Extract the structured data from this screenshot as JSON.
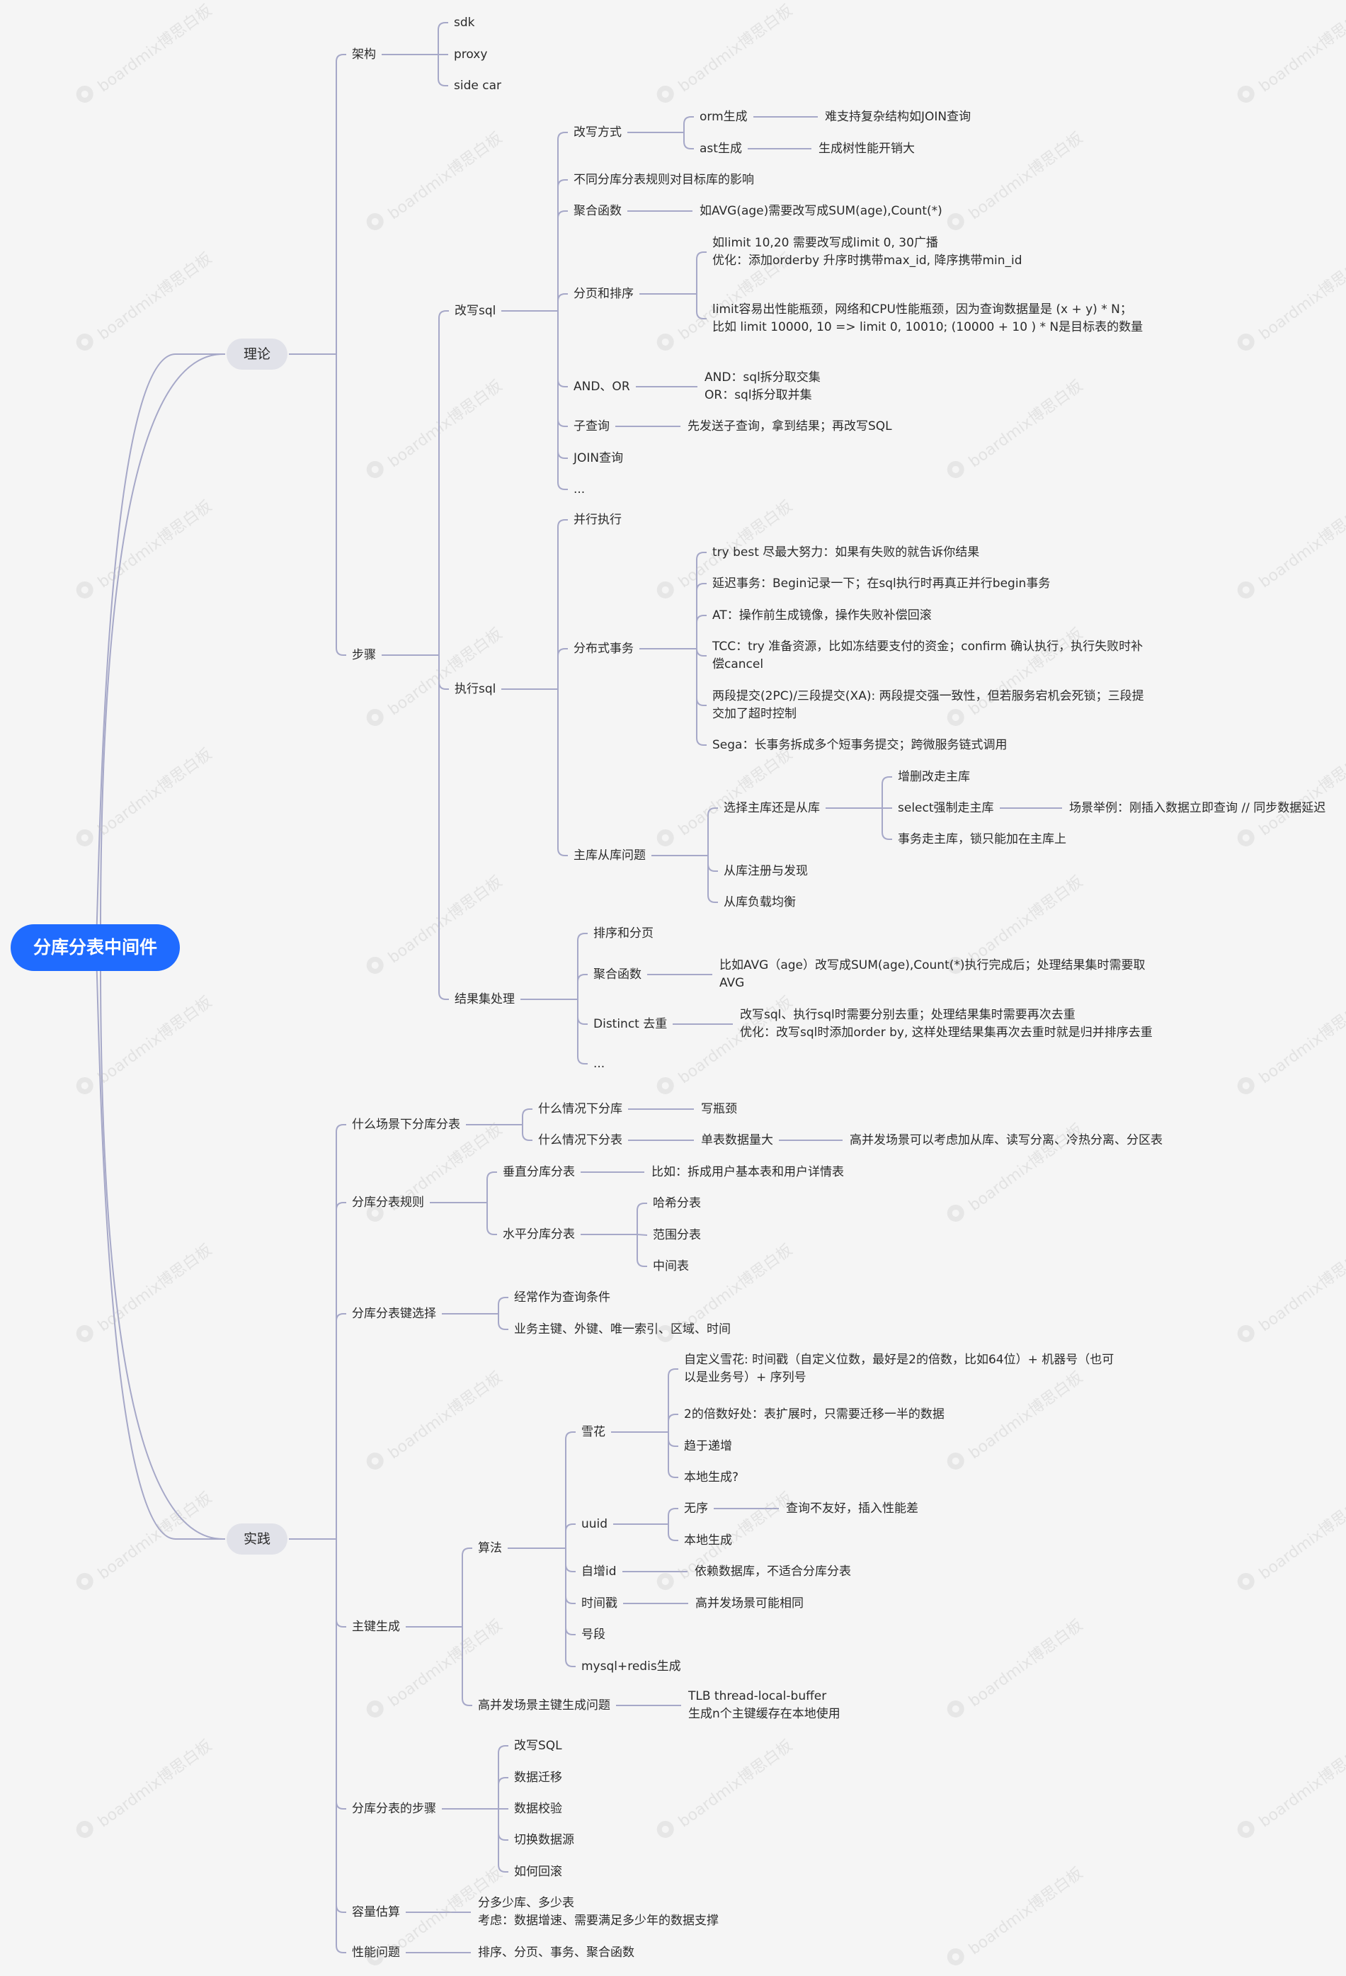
{
  "colors": {
    "background": "#f5f5f5",
    "root": "#1f6bff",
    "branch_pill": "#e1e2e9",
    "edge": "#a6a8c8"
  },
  "watermark": {
    "text": "boardmix博思白板",
    "icon": "boardmix-logo-icon"
  },
  "nodes": [
    {
      "id": "root",
      "parent": null,
      "text": "分库分表中间件"
    },
    {
      "id": "theory",
      "parent": "root",
      "text": "理论"
    },
    {
      "id": "practice",
      "parent": "root",
      "text": "实践"
    },
    {
      "id": "arch",
      "parent": "theory",
      "text": "架构"
    },
    {
      "id": "steps",
      "parent": "theory",
      "text": "步骤"
    },
    {
      "id": "sdk",
      "parent": "arch",
      "text": "sdk"
    },
    {
      "id": "proxy",
      "parent": "arch",
      "text": "proxy"
    },
    {
      "id": "sidecar",
      "parent": "arch",
      "text": "side car"
    },
    {
      "id": "rewrite",
      "parent": "steps",
      "text": "改写sql"
    },
    {
      "id": "exec",
      "parent": "steps",
      "text": "执行sql"
    },
    {
      "id": "result",
      "parent": "steps",
      "text": "结果集处理"
    },
    {
      "id": "rw_mode",
      "parent": "rewrite",
      "text": "改写方式"
    },
    {
      "id": "orm",
      "parent": "rw_mode",
      "text": "orm生成"
    },
    {
      "id": "orm_d",
      "parent": "orm",
      "text": "难支持复杂结构如JOIN查询"
    },
    {
      "id": "ast",
      "parent": "rw_mode",
      "text": "ast生成"
    },
    {
      "id": "ast_d",
      "parent": "ast",
      "text": "生成树性能开销大"
    },
    {
      "id": "rw_impact",
      "parent": "rewrite",
      "text": "不同分库分表规则对目标库的影响"
    },
    {
      "id": "agg",
      "parent": "rewrite",
      "text": "聚合函数"
    },
    {
      "id": "agg_d",
      "parent": "agg",
      "text": "如AVG(age)需要改写成SUM(age),Count(*)"
    },
    {
      "id": "page",
      "parent": "rewrite",
      "text": "分页和排序"
    },
    {
      "id": "page_d1",
      "parent": "page",
      "text": "如limit 10,20 需要改写成limit 0, 30广播\n优化：添加orderby 升序时携带max_id, 降序携带min_id"
    },
    {
      "id": "page_d2",
      "parent": "page",
      "text": "limit容易出性能瓶颈，网络和CPU性能瓶颈，因为查询数据量是 (x + y) * N；\n比如 limit 10000, 10 => limit 0, 10010; (10000 + 10 ) * N是目标表的数量"
    },
    {
      "id": "andor",
      "parent": "rewrite",
      "text": "AND、OR"
    },
    {
      "id": "andor_d",
      "parent": "andor",
      "text": "AND：sql拆分取交集\nOR：sql拆分取并集"
    },
    {
      "id": "subq",
      "parent": "rewrite",
      "text": "子查询"
    },
    {
      "id": "subq_d",
      "parent": "subq",
      "text": "先发送子查询，拿到结果；再改写SQL"
    },
    {
      "id": "join",
      "parent": "rewrite",
      "text": "JOIN查询"
    },
    {
      "id": "rw_more",
      "parent": "rewrite",
      "text": "..."
    },
    {
      "id": "parallel",
      "parent": "exec",
      "text": "并行执行"
    },
    {
      "id": "dist",
      "parent": "exec",
      "text": "分布式事务"
    },
    {
      "id": "dist1",
      "parent": "dist",
      "text": "try best 尽最大努力：如果有失败的就告诉你结果"
    },
    {
      "id": "dist2",
      "parent": "dist",
      "text": "延迟事务：Begin记录一下；在sql执行时再真正并行begin事务"
    },
    {
      "id": "dist3",
      "parent": "dist",
      "text": "AT：操作前生成镜像，操作失败补偿回滚"
    },
    {
      "id": "dist4",
      "parent": "dist",
      "text": "TCC：try 准备资源，比如冻结要支付的资金；confirm 确认执行，执行失败时补\n偿cancel"
    },
    {
      "id": "dist5",
      "parent": "dist",
      "text": "两段提交(2PC)/三段提交(XA): 两段提交强一致性，但若服务宕机会死锁；三段提\n交加了超时控制"
    },
    {
      "id": "dist6",
      "parent": "dist",
      "text": "Sega：长事务拆成多个短事务提交；跨微服务链式调用"
    },
    {
      "id": "ms",
      "parent": "exec",
      "text": "主库从库问题"
    },
    {
      "id": "ms_choose",
      "parent": "ms",
      "text": "选择主库还是从库"
    },
    {
      "id": "ms_c1",
      "parent": "ms_choose",
      "text": "增删改走主库"
    },
    {
      "id": "ms_c2",
      "parent": "ms_choose",
      "text": "select强制走主库"
    },
    {
      "id": "ms_c2d",
      "parent": "ms_c2",
      "text": "场景举例：刚插入数据立即查询 // 同步数据延迟"
    },
    {
      "id": "ms_c3",
      "parent": "ms_choose",
      "text": "事务走主库，锁只能加在主库上"
    },
    {
      "id": "ms_reg",
      "parent": "ms",
      "text": "从库注册与发现"
    },
    {
      "id": "ms_lb",
      "parent": "ms",
      "text": "从库负载均衡"
    },
    {
      "id": "res_sort",
      "parent": "result",
      "text": "排序和分页"
    },
    {
      "id": "res_agg",
      "parent": "result",
      "text": "聚合函数"
    },
    {
      "id": "res_agg_d",
      "parent": "res_agg",
      "text": "比如AVG（age）改写成SUM(age),Count(*)执行完成后；处理结果集时需要取\nAVG"
    },
    {
      "id": "res_dist",
      "parent": "result",
      "text": "Distinct 去重"
    },
    {
      "id": "res_dist_d",
      "parent": "res_dist",
      "text": "改写sql、执行sql时需要分别去重；处理结果集时需要再次去重\n优化：改写sql时添加order by, 这样处理结果集再次去重时就是归并排序去重"
    },
    {
      "id": "res_more",
      "parent": "result",
      "text": "..."
    },
    {
      "id": "when",
      "parent": "practice",
      "text": "什么场景下分库分表"
    },
    {
      "id": "when1",
      "parent": "when",
      "text": "什么情况下分库"
    },
    {
      "id": "when1d",
      "parent": "when1",
      "text": "写瓶颈"
    },
    {
      "id": "when2",
      "parent": "when",
      "text": "什么情况下分表"
    },
    {
      "id": "when2d",
      "parent": "when2",
      "text": "单表数据量大"
    },
    {
      "id": "when2dd",
      "parent": "when2d",
      "text": "高并发场景可以考虑加从库、读写分离、冷热分离、分区表"
    },
    {
      "id": "rules",
      "parent": "practice",
      "text": "分库分表规则"
    },
    {
      "id": "vert",
      "parent": "rules",
      "text": "垂直分库分表"
    },
    {
      "id": "vert_d",
      "parent": "vert",
      "text": "比如：拆成用户基本表和用户详情表"
    },
    {
      "id": "horz",
      "parent": "rules",
      "text": "水平分库分表"
    },
    {
      "id": "hash",
      "parent": "horz",
      "text": "哈希分表"
    },
    {
      "id": "range",
      "parent": "horz",
      "text": "范围分表"
    },
    {
      "id": "mid",
      "parent": "horz",
      "text": "中间表"
    },
    {
      "id": "key",
      "parent": "practice",
      "text": "分库分表键选择"
    },
    {
      "id": "key1",
      "parent": "key",
      "text": "经常作为查询条件"
    },
    {
      "id": "key2",
      "parent": "key",
      "text": "业务主键、外键、唯一索引、区域、时间"
    },
    {
      "id": "pk",
      "parent": "practice",
      "text": "主键生成"
    },
    {
      "id": "algo",
      "parent": "pk",
      "text": "算法"
    },
    {
      "id": "snow",
      "parent": "algo",
      "text": "雪花"
    },
    {
      "id": "snow1",
      "parent": "snow",
      "text": "自定义雪花: 时间戳（自定义位数，最好是2的倍数，比如64位）+ 机器号（也可\n以是业务号）+ 序列号"
    },
    {
      "id": "snow2",
      "parent": "snow",
      "text": "2的倍数好处：表扩展时，只需要迁移一半的数据"
    },
    {
      "id": "snow3",
      "parent": "snow",
      "text": "趋于递增"
    },
    {
      "id": "snow4",
      "parent": "snow",
      "text": "本地生成?"
    },
    {
      "id": "uuid",
      "parent": "algo",
      "text": "uuid"
    },
    {
      "id": "uuid1",
      "parent": "uuid",
      "text": "无序"
    },
    {
      "id": "uuid1d",
      "parent": "uuid1",
      "text": "查询不友好，插入性能差"
    },
    {
      "id": "uuid2",
      "parent": "uuid",
      "text": "本地生成"
    },
    {
      "id": "autoinc",
      "parent": "algo",
      "text": "自增id"
    },
    {
      "id": "autoinc_d",
      "parent": "autoinc",
      "text": "依赖数据库，不适合分库分表"
    },
    {
      "id": "ts",
      "parent": "algo",
      "text": "时间戳"
    },
    {
      "id": "ts_d",
      "parent": "ts",
      "text": "高并发场景可能相同"
    },
    {
      "id": "seg",
      "parent": "algo",
      "text": "号段"
    },
    {
      "id": "mysqlredis",
      "parent": "algo",
      "text": "mysql+redis生成"
    },
    {
      "id": "hcpk",
      "parent": "pk",
      "text": "高并发场景主键生成问题"
    },
    {
      "id": "hcpk_d",
      "parent": "hcpk",
      "text": "TLB thread-local-buffer\n生成n个主键缓存在本地使用"
    },
    {
      "id": "proc",
      "parent": "practice",
      "text": "分库分表的步骤"
    },
    {
      "id": "proc1",
      "parent": "proc",
      "text": "改写SQL"
    },
    {
      "id": "proc2",
      "parent": "proc",
      "text": "数据迁移"
    },
    {
      "id": "proc3",
      "parent": "proc",
      "text": "数据校验"
    },
    {
      "id": "proc4",
      "parent": "proc",
      "text": "切换数据源"
    },
    {
      "id": "proc5",
      "parent": "proc",
      "text": "如何回滚"
    },
    {
      "id": "cap",
      "parent": "practice",
      "text": "容量估算"
    },
    {
      "id": "cap_d",
      "parent": "cap",
      "text": "分多少库、多少表\n考虑：数据增速、需要满足多少年的数据支撑"
    },
    {
      "id": "perf",
      "parent": "practice",
      "text": "性能问题"
    },
    {
      "id": "perf_d",
      "parent": "perf",
      "text": "排序、分页、事务、聚合函数"
    }
  ]
}
